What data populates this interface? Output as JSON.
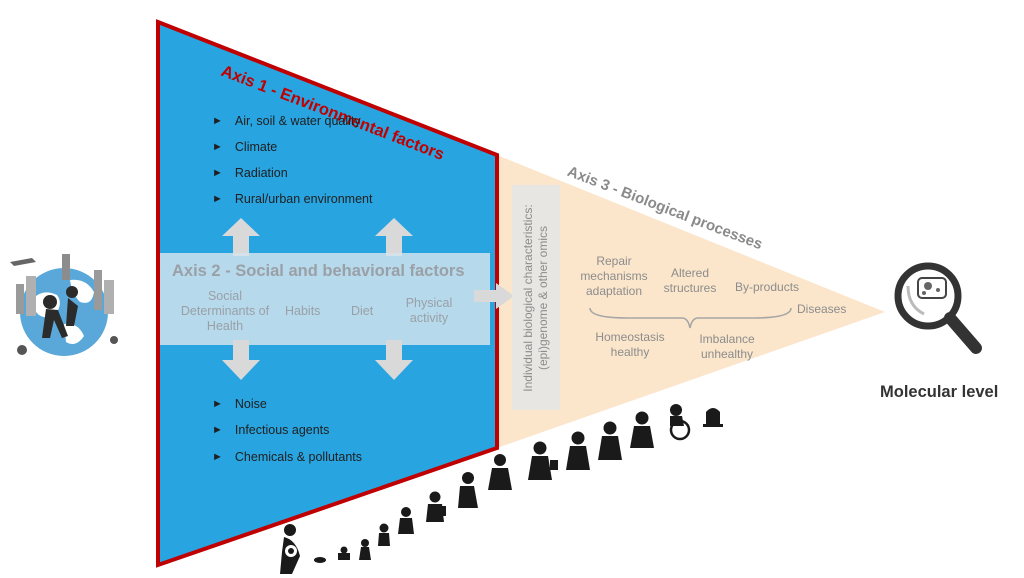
{
  "axis1": {
    "title": "Axis 1 - Environmental factors",
    "top_factors": [
      "Air, soil  & water quality",
      "Climate",
      "Radiation",
      "Rural/urban environment"
    ],
    "bottom_factors": [
      "Noise",
      "Infectious agents",
      "Chemicals & pollutants"
    ],
    "fill_color": "#28a4e0",
    "border_color": "#c00000"
  },
  "axis2": {
    "title": "Axis 2 - Social and behavioral factors",
    "items": [
      "Social Determinants of Health",
      "Habits",
      "Diet",
      "Physical activity"
    ]
  },
  "axis3": {
    "title": "Axis 3 - Biological processes",
    "vertical_label_line1": "Individual biological characteristics:",
    "vertical_label_line2": "(epi)genome & other omics",
    "repair": "Repair mechanisms adaptation",
    "altered": "Altered structures",
    "byproducts": "By-products",
    "diseases": "Diseases",
    "homeostasis": "Homeostasis healthy",
    "imbalance": "Imbalance unhealthy",
    "fill_color": "#fbe6cc"
  },
  "molecular_label": "Molecular level",
  "icons": {
    "globe": "globe-cityscape-icon",
    "magnifier": "magnifying-glass-cell-icon",
    "life_course": [
      "pregnant-woman-icon",
      "newborn-icon",
      "crawling-baby-icon",
      "toddler-icon",
      "crawling-child-icon",
      "child-icon",
      "child-with-backpack-icon",
      "teen-sitting-icon",
      "woman-icon",
      "student-icon",
      "worker-icon",
      "commuter-icon",
      "adult-walking-icon",
      "elderly-with-cane-icon",
      "wheelchair-user-icon",
      "tombstone-icon"
    ]
  }
}
